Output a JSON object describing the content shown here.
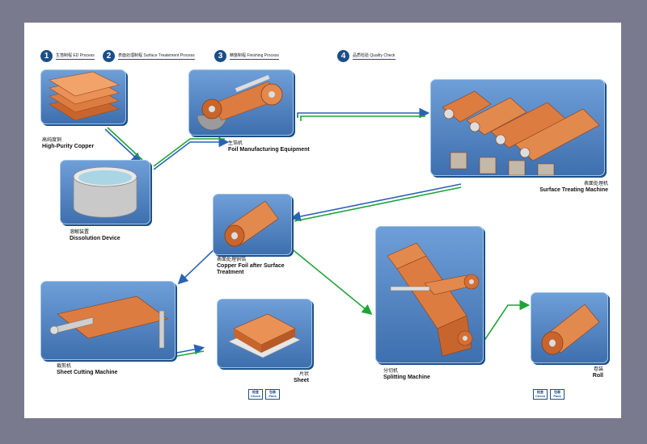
{
  "steps": [
    {
      "num": "1",
      "label": "生箔制程 ED Process"
    },
    {
      "num": "2",
      "label": "表面处理制程 Surface Treatement Process"
    },
    {
      "num": "3",
      "label": "精整制程 Finishing Process"
    },
    {
      "num": "4",
      "label": "品质检验 Quality Check"
    }
  ],
  "nodes": {
    "copper": {
      "cn": "高纯度铜",
      "en": "High-Purity Copper"
    },
    "dissolution": {
      "cn": "溶解装置",
      "en": "Dissolution Device"
    },
    "foil_equipment": {
      "cn": "生箔机",
      "en": "Foil Manufacturing Equipment"
    },
    "surface_machine": {
      "cn": "表面处理机",
      "en": "Surface Treating Machine"
    },
    "treated_foil": {
      "cn": "表面处理铜箔",
      "en1": "Copper Foil after Surface",
      "en2": "Treatment"
    },
    "sheet_cutting": {
      "cn": "裁剪机",
      "en": "Sheet Cutting Machine"
    },
    "sheet": {
      "cn": "片状",
      "en": "Sheet"
    },
    "splitting": {
      "cn": "分切机",
      "en": "Splitting Machine"
    },
    "roll": {
      "cn": "卷装",
      "en": "Roll"
    }
  },
  "tags": {
    "check_cn": "检查",
    "check_en": "Check",
    "pack_cn": "包装",
    "pack_en": "Pack"
  },
  "colors": {
    "background": "#7a7a8e",
    "box": "#4a7fbf",
    "copper": "#d9793f",
    "arrow_blue": "#2a63b4",
    "arrow_green": "#1fa43a"
  }
}
